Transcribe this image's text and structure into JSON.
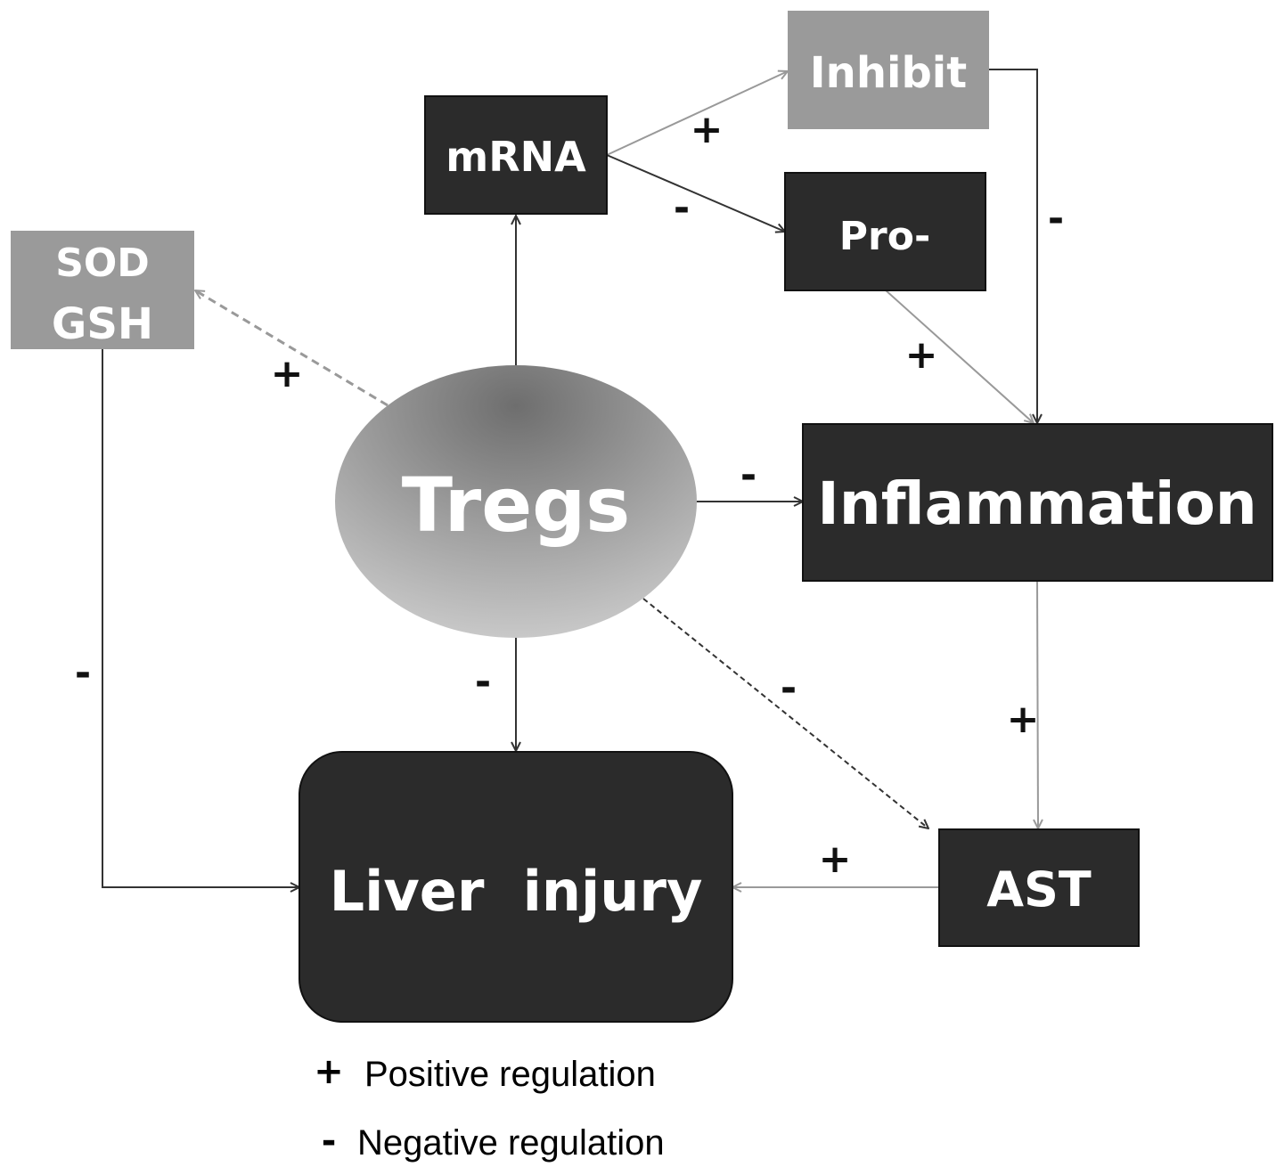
{
  "nodes": {
    "mrna": "mRNA",
    "inhibit": "Inhibit",
    "pro": "Pro-",
    "sod": "SOD",
    "gsh": "GSH",
    "tregs": "Tregs",
    "inflammation": "Inflammation",
    "liver_injury": "Liver  injury",
    "ast": "AST"
  },
  "signs": {
    "mrna_to_inhibit": "+",
    "mrna_to_pro": "-",
    "inhibit_to_inflammation": "-",
    "pro_to_inflammation": "+",
    "tregs_to_sod": "+",
    "tregs_to_inflammation": "-",
    "sod_to_liver": "-",
    "tregs_to_liver": "-",
    "tregs_to_ast": "-",
    "inflammation_to_ast": "+",
    "ast_to_liver": "+"
  },
  "legend": {
    "positive_symbol": "+",
    "positive_label": "Positive regulation",
    "negative_symbol": "-",
    "negative_label": "Negative regulation"
  },
  "colors": {
    "dark_box": "#2b2b2b",
    "gray_box": "#9a9a9a",
    "dark_arrow": "#333333",
    "gray_arrow": "#999999"
  }
}
